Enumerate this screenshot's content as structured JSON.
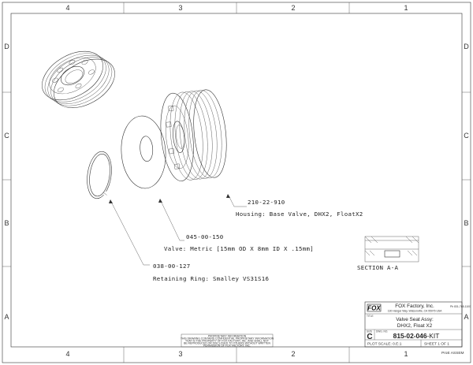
{
  "zones": {
    "columns": [
      "4",
      "3",
      "2",
      "1"
    ],
    "rows": [
      "D",
      "C",
      "B",
      "A"
    ]
  },
  "callouts": {
    "housing": {
      "part_number": "210-22-910",
      "description": "Housing: Base Valve, DHX2, FloatX2"
    },
    "valve": {
      "part_number": "045-00-150",
      "description": "Valve: Metric [15mm OD X 8mm ID X .15mm]"
    },
    "ring": {
      "part_number": "038-00-127",
      "description": "Retaining Ring: Smalley VS31S16"
    }
  },
  "section_label": "SECTION A-A",
  "proprietary_note": {
    "line1": "PROPRIETARY INFORMATION",
    "line2": "THIS DRAWING CONTAINS CONFIDENTIAL PROPRIETARY INFORMATION",
    "line3": "THAT IS THE PROPERTY OF FOX FACTORY, INC. AND SHALL NOT",
    "line4": "BE REPRODUCED OR DISCLOSED TO OTHERS WITHOUT WRITTEN",
    "line5": "PERMISSION OF FOX FACTORY, INC."
  },
  "title_block": {
    "logo": "FOX",
    "company": "FOX Factory, Inc.",
    "address": "130 Hangar Way, Watsonville, CA 95076 USA",
    "phone": "Ph 831-768-1100",
    "title_label": "TITLE",
    "title_line1": "Valve Seat Assy:",
    "title_line2": "DHX2, Float X2",
    "size_label": "SIZE",
    "size": "C",
    "dwg_label": "DWG. NO.",
    "drawing_number": "815-02-046",
    "drawing_suffix": "-KIT",
    "scale": "PLOT SCALE: 0.E:1",
    "sheet": "SHEET 1 OF 1",
    "proe": "ProE ASSEM"
  }
}
